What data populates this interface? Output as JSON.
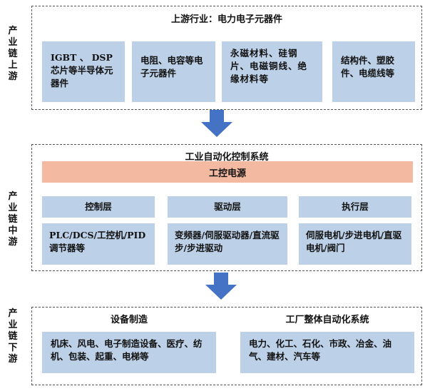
{
  "upstream": {
    "side_label": "产业链上游",
    "title": "上游行业：电力电子元器件",
    "boxes": [
      "IGBT 、 DSP芯片等半导体元器件",
      "电阻、电容等电子元器件",
      "永磁材料、硅钢片、电磁铜线、绝缘材料等",
      "结构件、塑胶件、电缆线等"
    ]
  },
  "midstream": {
    "side_label": "产业链中游",
    "title": "工业自动化控制系统",
    "power_label": "工控电源",
    "layers": [
      {
        "name": "控制层",
        "desc": "PLC/DCS/工控机/PID调节器等"
      },
      {
        "name": "驱动层",
        "desc": "变频器/伺服驱动器/直流驱步/步进驱动"
      },
      {
        "name": "执行层",
        "desc": "伺服电机/步进电机/直驱电机/阀门"
      }
    ]
  },
  "downstream": {
    "side_label": "产业链下游",
    "groups": [
      {
        "title": "设备制造",
        "desc": "机床、风电、电子制造设备、医疗、纺机、包装、起重、电梯等"
      },
      {
        "title": "工厂整体自动化系统",
        "desc": "电力、化工、石化、市政、冶金、油气、建材、汽车等"
      }
    ]
  },
  "colors": {
    "box_fill": "#bcd0e7",
    "power_fill": "#f4b9a1",
    "arrow_fill": "#4472c4"
  }
}
